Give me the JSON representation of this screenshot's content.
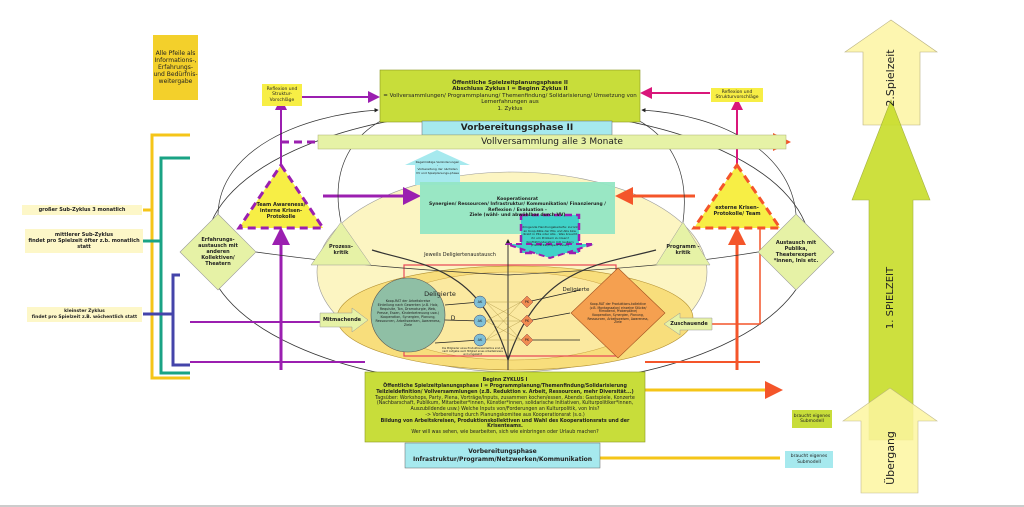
{
  "colors": {
    "green": "#c8dd3a",
    "cyan": "#a6e9ee",
    "lightgreen": "#e6f2a6",
    "yellow": "#f7ee45",
    "purple": "#9b1fb0",
    "orange": "#f4552a",
    "magenta": "#d9167a",
    "mint": "#93e6c4",
    "note": "#f3d02b"
  },
  "note": "Alle Pfeile als Informations-, Erfahrungs- und Bedürfnis-weitergabe",
  "top_box": {
    "title1": "Öffentliche Spielzeitplanungsphase II",
    "title2": "Abschluss Zyklus I = Beginn Zyklus II",
    "body": "= Vollversammlungen/ Programmplanung/ Themenfindung/ Solidarisierung/ Umsetzung von Lernerfahrungen aus\n1. Zyklus"
  },
  "prep2": "Vorbereitungsphase II",
  "assembly": "Vollversammlung alle 3 Monate",
  "reflex_left": "Reflexion und Struktur-Vorschläge",
  "reflex_right": "Reflexion und Strukturvorschläge",
  "cyan_arrow": "Regelmäßige Veränderungen\n-\nVorbereitung der nächsten VV und Spielplanungs-phase",
  "coop": {
    "title": "Kooperationsrat",
    "body": "Synergien/ Ressourcen/ Infrastruktur/ Kommunikation/ Finanzierung / Reflexion / Evaluation -\nZiele (wähl- und abwählbar durch VV)"
  },
  "urgent": "dringende Handlungsbedarfe: zurück an Koop-Räte der PKs und AKs bzw. direkt in PKs oder AKs - Was braucht ihr um Problem zu lösen? Konfliktmoderation mit (außen) (Fokolkritik/Expert*innen)",
  "team_left": "Team Awareness/ interne Krisen-Protokolle",
  "team_right": "externe Krisen-Protokolle/ Team",
  "diamond_left": "Erfahrungs-austausch mit anderen Kollektiven/ Theatern",
  "diamond_right": "Austausch mit Publika, Theaterexpert *innen, Inis etc.",
  "process_critique": "Prozess-kritik",
  "program_critique": "Programm -kritik",
  "participants": "Mitmachende",
  "spectators": "Zuschauende",
  "delegate_exchange": "Jeweils Deligiertenaustausch",
  "delegates": "Deligierte",
  "d": "D",
  "circle": "Koop-RAT der Arbeitskreise\nEinteilung nach Gewerken (z.B. Holz, Requisite, Ton, Dramaturgie, Web, Presse, Essen, Kinderbetreuung usw.)\nKooperation, Synergien, Planung, Ressourcen, Arbeitsweisen, Awareness, Ziele",
  "orange_diamond": "Koop-RAT der Produktions-kollektive\n(z.B. Montagssalon/ einzelne Stücke/ Filmabend, Probenpläne)\nKooperation, Synergien, Planung, Ressourcen, Arbeitsweisen, Awareness, Ziele",
  "ak": "AK",
  "pk": "PK",
  "small_note": "Die Mitglieder eines Produktionskollektivs sind je nach Aufgabe auch Mitglied eines Arbeitskreises und umgekehrt",
  "bottom_box": {
    "l1": "Beginn ZYKLUS I",
    "l2": "Öffentliche Spielzeitplanungsphase I = Programmplanung/Themenfindung/Solidarisierung",
    "l3": "Teilzieldefinition/ Vollversammlungen (z.B. Reduktion v. Arbeit, Ressourcen, mehr Diversität...)",
    "l4": "Tagsüber: Workshops, Party, Plena, Vorträge/Inputs, zusammen kochen/essen, Abends: Gastspiele, Konzerte (Nachbarschaft, Publikum, Mitarbeiter*innen, Künstler*innen, solidarische Initiativen, Kulturpolitiker*innen, Auszubildende usw.) Welche Inputs von/Forderungen an Kulturpolitik, von Inis?\n-> Vorbereitung durch Planungskomitee aus Kooperationsrat (s.o.)",
    "l5": "Bildung von Arbeitskreisen, Produktionskollektiven und Wahl des Kooperationsrats und der Krisenteams.",
    "l6": "Wer will was sehen, wie bearbeiten, sich wie einbringen oder Urlaub machen?"
  },
  "prep1": "Vorbereitungsphase\nInfrastruktur/Programm/Netzwerken/Kommunikation",
  "submodel": "braucht eigenes Submodell",
  "cycles": {
    "big": "großer Sub-Zyklus 3 monatlich",
    "mid": "mittlerer Sub-Zyklus\nfindet pro Spielzeit öfter z.b. monatlich statt",
    "small": "kleinster Zyklus\nfindet pro Spielzeit z.B. wöchentlich statt"
  },
  "season2": "2.Spielzeit",
  "season1": "1. SPIELZEIT",
  "transition": "Übergang"
}
